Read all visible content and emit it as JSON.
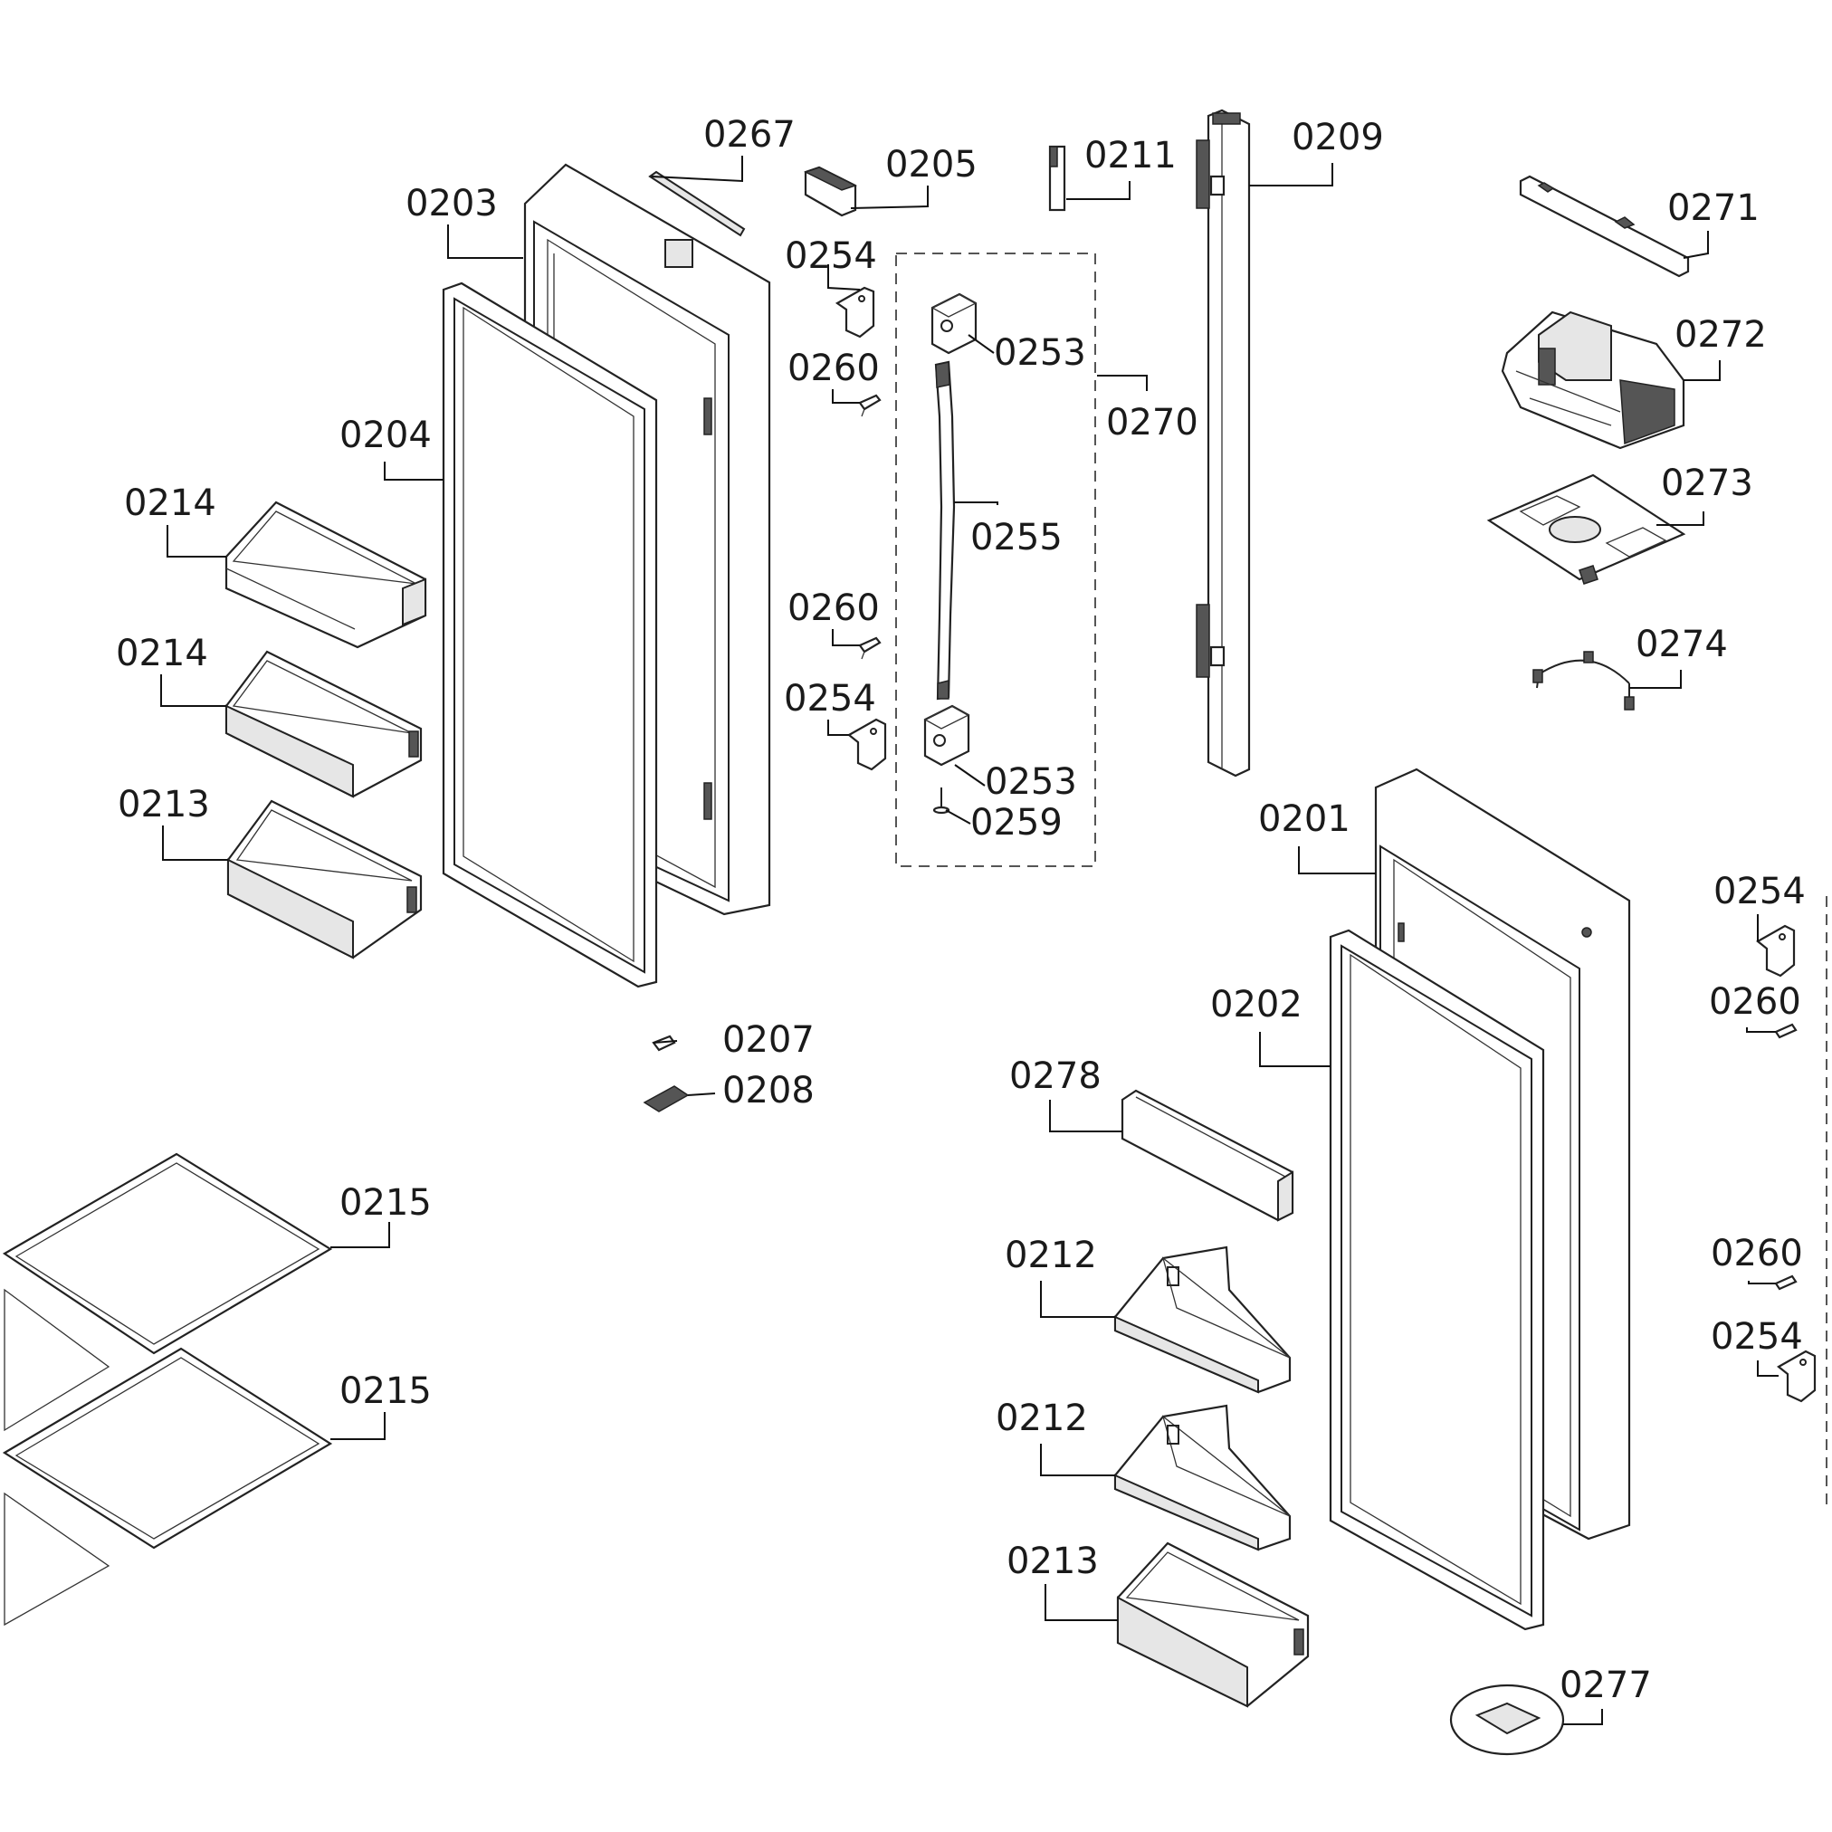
{
  "labels": [
    {
      "id": "p0267",
      "text": "0267"
    },
    {
      "id": "p0205",
      "text": "0205"
    },
    {
      "id": "p0211",
      "text": "0211"
    },
    {
      "id": "p0209",
      "text": "0209"
    },
    {
      "id": "p0271",
      "text": "0271"
    },
    {
      "id": "p0203",
      "text": "0203"
    },
    {
      "id": "p0254a",
      "text": "0254"
    },
    {
      "id": "p0253a",
      "text": "0253"
    },
    {
      "id": "p0270",
      "text": "0270"
    },
    {
      "id": "p0272",
      "text": "0272"
    },
    {
      "id": "p0260a",
      "text": "0260"
    },
    {
      "id": "p0204",
      "text": "0204"
    },
    {
      "id": "p0214a",
      "text": "0214"
    },
    {
      "id": "p0255",
      "text": "0255"
    },
    {
      "id": "p0273",
      "text": "0273"
    },
    {
      "id": "p0260b",
      "text": "0260"
    },
    {
      "id": "p0214b",
      "text": "0214"
    },
    {
      "id": "p0274",
      "text": "0274"
    },
    {
      "id": "p0254b",
      "text": "0254"
    },
    {
      "id": "p0253b",
      "text": "0253"
    },
    {
      "id": "p0213a",
      "text": "0213"
    },
    {
      "id": "p0259",
      "text": "0259"
    },
    {
      "id": "p0201",
      "text": "0201"
    },
    {
      "id": "p0254c",
      "text": "0254"
    },
    {
      "id": "p0260c",
      "text": "0260"
    },
    {
      "id": "p0202",
      "text": "0202"
    },
    {
      "id": "p0207",
      "text": "0207"
    },
    {
      "id": "p0208",
      "text": "0208"
    },
    {
      "id": "p0278",
      "text": "0278"
    },
    {
      "id": "p0215a",
      "text": "0215"
    },
    {
      "id": "p0212a",
      "text": "0212"
    },
    {
      "id": "p0260d",
      "text": "0260"
    },
    {
      "id": "p0254d",
      "text": "0254"
    },
    {
      "id": "p0215b",
      "text": "0215"
    },
    {
      "id": "p0212b",
      "text": "0212"
    },
    {
      "id": "p0213b",
      "text": "0213"
    },
    {
      "id": "p0277",
      "text": "0277"
    }
  ]
}
